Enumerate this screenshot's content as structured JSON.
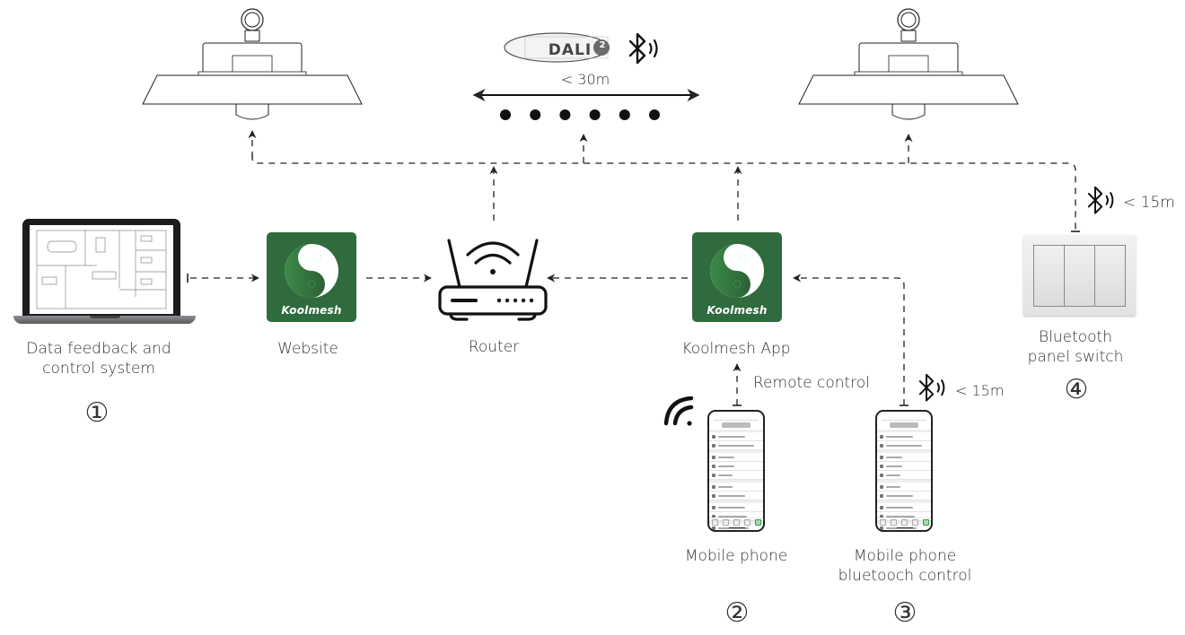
{
  "diagram": {
    "top_link": {
      "protocol_badge": "DALI",
      "protocol_version": "2",
      "wireless_icon": "bluetooth-icon",
      "range_label": "< 30m",
      "node_count": 6
    },
    "nodes": {
      "laptop": {
        "label_line1": "Data feedback and",
        "label_line2": "control system",
        "number": "①"
      },
      "website": {
        "label": "Website",
        "app_brand": "Koolmesh"
      },
      "router": {
        "label": "Router"
      },
      "app": {
        "label": "Koolmesh App",
        "app_brand": "Koolmesh"
      },
      "mobile_remote": {
        "label": "Mobile phone",
        "number": "②",
        "link_label": "Remote control",
        "wireless_icon": "wifi-icon"
      },
      "mobile_bluetooth": {
        "label_line1": "Mobile phone",
        "label_line2": "bluetooch control",
        "number": "③",
        "wireless_icon": "bluetooth-icon",
        "range_label": "< 15m"
      },
      "panel_switch": {
        "label_line1": "Bluetooth",
        "label_line2": "panel switch",
        "number": "④",
        "wireless_icon": "bluetooth-icon",
        "range_label": "< 15m"
      },
      "light_left": {
        "type": "high-bay-light"
      },
      "light_right": {
        "type": "high-bay-light"
      }
    },
    "edges": [
      {
        "from": "laptop",
        "to": "website",
        "style": "dashed"
      },
      {
        "from": "website",
        "to": "router",
        "style": "dashed"
      },
      {
        "from": "app",
        "to": "router",
        "style": "dashed"
      },
      {
        "from": "router",
        "to": "lights",
        "style": "dashed"
      },
      {
        "from": "app",
        "to": "lights",
        "style": "dashed"
      },
      {
        "from": "mobile_remote",
        "to": "app",
        "style": "dashed"
      },
      {
        "from": "mobile_bluetooth",
        "to": "app",
        "style": "dashed"
      },
      {
        "from": "panel_switch",
        "to": "lights",
        "style": "dashed"
      }
    ],
    "colors": {
      "app_green": "#2f6b3d",
      "line": "#222222",
      "text": "#333333"
    }
  }
}
